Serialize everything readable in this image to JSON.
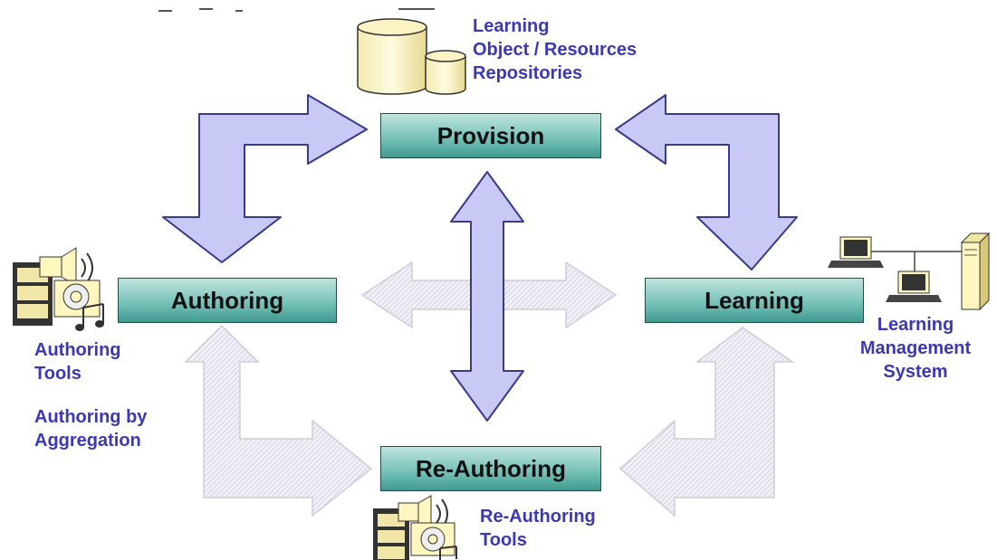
{
  "nodes": {
    "provision": "Provision",
    "authoring": "Authoring",
    "learning": "Learning",
    "reauthoring": "Re-Authoring"
  },
  "labels": {
    "repositories": "Learning\nObject / Resources\nRepositories",
    "lms": "Learning\nManagement\nSystem",
    "authoring_tools": "Authoring\nTools",
    "authoring_by_aggregation": "Authoring by\nAggregation",
    "reauthoring_tools": "Re-Authoring\nTools"
  },
  "colors": {
    "solid_arrow_fill": "#c9c9f5",
    "solid_arrow_stroke": "#3a3a8a",
    "faded_arrow_fill": "#e6e6f0",
    "faded_arrow_stroke": "#c4c4d6",
    "label_color": "#3b38b8"
  },
  "icons": [
    "database-icon",
    "media-tools-icon",
    "computer-network-icon"
  ]
}
